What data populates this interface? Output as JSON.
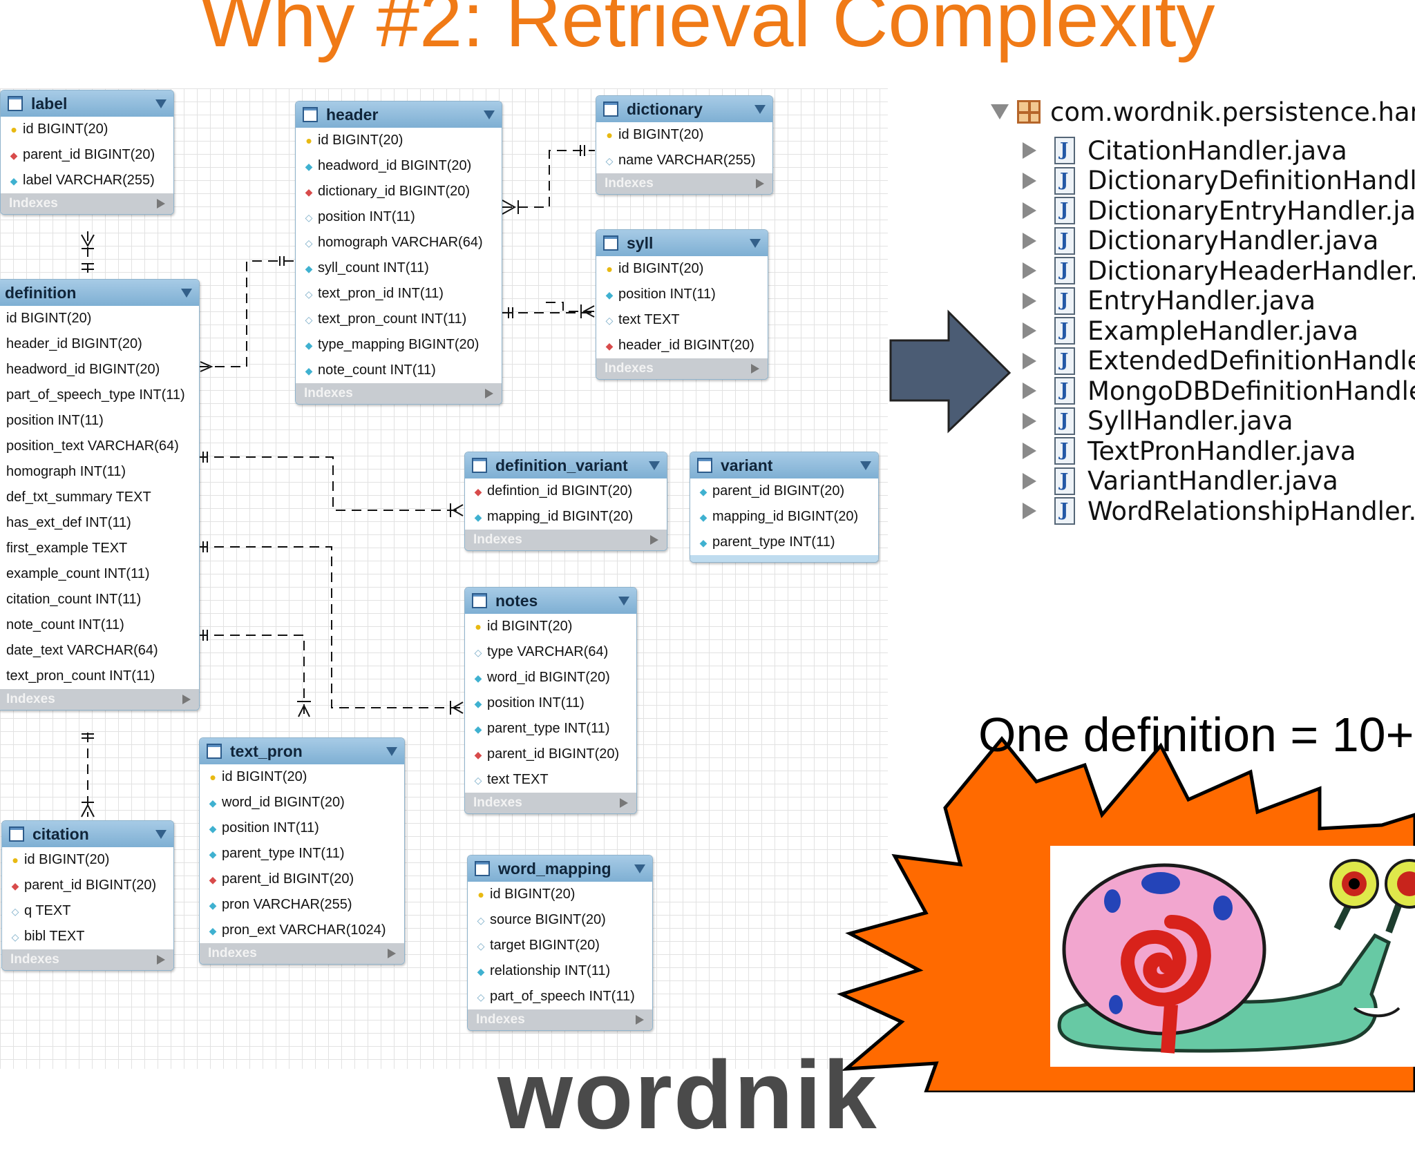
{
  "title": "Why #2: Retrieval Complexity",
  "tables": {
    "label": {
      "name": "label",
      "indexes": "Indexes",
      "columns": [
        {
          "kind": "key",
          "text": "id BIGINT(20)"
        },
        {
          "kind": "fk",
          "text": "parent_id BIGINT(20)"
        },
        {
          "kind": "nn",
          "text": "label VARCHAR(255)"
        }
      ]
    },
    "header": {
      "name": "header",
      "indexes": "Indexes",
      "columns": [
        {
          "kind": "key",
          "text": "id BIGINT(20)"
        },
        {
          "kind": "nn",
          "text": "headword_id BIGINT(20)"
        },
        {
          "kind": "fk",
          "text": "dictionary_id BIGINT(20)"
        },
        {
          "kind": "nul",
          "text": "position INT(11)"
        },
        {
          "kind": "nul",
          "text": "homograph VARCHAR(64)"
        },
        {
          "kind": "nn",
          "text": "syll_count INT(11)"
        },
        {
          "kind": "nul",
          "text": "text_pron_id INT(11)"
        },
        {
          "kind": "nul",
          "text": "text_pron_count INT(11)"
        },
        {
          "kind": "nn",
          "text": "type_mapping BIGINT(20)"
        },
        {
          "kind": "nn",
          "text": "note_count INT(11)"
        }
      ]
    },
    "dictionary": {
      "name": "dictionary",
      "indexes": "Indexes",
      "columns": [
        {
          "kind": "key",
          "text": "id BIGINT(20)"
        },
        {
          "kind": "nul",
          "text": "name VARCHAR(255)"
        }
      ]
    },
    "syll": {
      "name": "syll",
      "indexes": "Indexes",
      "columns": [
        {
          "kind": "key",
          "text": "id BIGINT(20)"
        },
        {
          "kind": "nn",
          "text": "position INT(11)"
        },
        {
          "kind": "nul",
          "text": "text TEXT"
        },
        {
          "kind": "fk",
          "text": "header_id BIGINT(20)"
        }
      ]
    },
    "definition": {
      "name": "definition",
      "indexes": "Indexes",
      "columns": [
        {
          "kind": "none",
          "text": "id BIGINT(20)"
        },
        {
          "kind": "none",
          "text": "header_id BIGINT(20)"
        },
        {
          "kind": "none",
          "text": "headword_id BIGINT(20)"
        },
        {
          "kind": "none",
          "text": "part_of_speech_type INT(11)"
        },
        {
          "kind": "none",
          "text": "position INT(11)"
        },
        {
          "kind": "none",
          "text": "position_text VARCHAR(64)"
        },
        {
          "kind": "none",
          "text": "homograph INT(11)"
        },
        {
          "kind": "none",
          "text": "def_txt_summary TEXT"
        },
        {
          "kind": "none",
          "text": "has_ext_def INT(11)"
        },
        {
          "kind": "none",
          "text": "first_example TEXT"
        },
        {
          "kind": "none",
          "text": "example_count INT(11)"
        },
        {
          "kind": "none",
          "text": "citation_count INT(11)"
        },
        {
          "kind": "none",
          "text": "note_count INT(11)"
        },
        {
          "kind": "none",
          "text": "date_text VARCHAR(64)"
        },
        {
          "kind": "none",
          "text": "text_pron_count INT(11)"
        }
      ]
    },
    "definition_variant": {
      "name": "definition_variant",
      "indexes": "Indexes",
      "columns": [
        {
          "kind": "fk",
          "text": "defintion_id BIGINT(20)"
        },
        {
          "kind": "nn",
          "text": "mapping_id BIGINT(20)"
        }
      ]
    },
    "variant": {
      "name": "variant",
      "indexes": "",
      "columns": [
        {
          "kind": "nn",
          "text": "parent_id BIGINT(20)"
        },
        {
          "kind": "nn",
          "text": "mapping_id BIGINT(20)"
        },
        {
          "kind": "nn",
          "text": "parent_type INT(11)"
        }
      ]
    },
    "notes": {
      "name": "notes",
      "indexes": "Indexes",
      "columns": [
        {
          "kind": "key",
          "text": "id BIGINT(20)"
        },
        {
          "kind": "nul",
          "text": "type VARCHAR(64)"
        },
        {
          "kind": "nn",
          "text": "word_id BIGINT(20)"
        },
        {
          "kind": "nn",
          "text": "position INT(11)"
        },
        {
          "kind": "nn",
          "text": "parent_type INT(11)"
        },
        {
          "kind": "fk",
          "text": "parent_id BIGINT(20)"
        },
        {
          "kind": "nul",
          "text": "text TEXT"
        }
      ]
    },
    "citation": {
      "name": "citation",
      "indexes": "Indexes",
      "columns": [
        {
          "kind": "key",
          "text": "id BIGINT(20)"
        },
        {
          "kind": "fk",
          "text": "parent_id BIGINT(20)"
        },
        {
          "kind": "nul",
          "text": "q TEXT"
        },
        {
          "kind": "nul",
          "text": "bibl TEXT"
        }
      ]
    },
    "text_pron": {
      "name": "text_pron",
      "indexes": "Indexes",
      "columns": [
        {
          "kind": "key",
          "text": "id BIGINT(20)"
        },
        {
          "kind": "nn",
          "text": "word_id BIGINT(20)"
        },
        {
          "kind": "nn",
          "text": "position INT(11)"
        },
        {
          "kind": "nn",
          "text": "parent_type INT(11)"
        },
        {
          "kind": "fk",
          "text": "parent_id BIGINT(20)"
        },
        {
          "kind": "nn",
          "text": "pron VARCHAR(255)"
        },
        {
          "kind": "nn",
          "text": "pron_ext VARCHAR(1024)"
        }
      ]
    },
    "word_mapping": {
      "name": "word_mapping",
      "indexes": "Indexes",
      "columns": [
        {
          "kind": "key",
          "text": "id BIGINT(20)"
        },
        {
          "kind": "nul",
          "text": "source BIGINT(20)"
        },
        {
          "kind": "nul",
          "text": "target BIGINT(20)"
        },
        {
          "kind": "nn",
          "text": "relationship INT(11)"
        },
        {
          "kind": "nul",
          "text": "part_of_speech INT(11)"
        }
      ]
    }
  },
  "tree": {
    "package": "com.wordnik.persistence.handlers",
    "files": [
      "CitationHandler.java",
      "DictionaryDefinitionHandler.java",
      "DictionaryEntryHandler.java",
      "DictionaryHandler.java",
      "DictionaryHeaderHandler.java",
      "EntryHandler.java",
      "ExampleHandler.java",
      "ExtendedDefinitionHandler.java",
      "MongoDBDefinitionHandler.java",
      "SyllHandler.java",
      "TextPronHandler.java",
      "VariantHandler.java",
      "WordRelationshipHandler.java"
    ]
  },
  "burst_text": "One definition = 10+",
  "logo_text": "wordnik",
  "colors": {
    "title": "#f07a16",
    "burst": "#ff6a00",
    "arrow": "#4b5c74"
  },
  "icons": [
    "package-icon",
    "java-file-icon",
    "expand-arrow-icon",
    "table-icon"
  ]
}
